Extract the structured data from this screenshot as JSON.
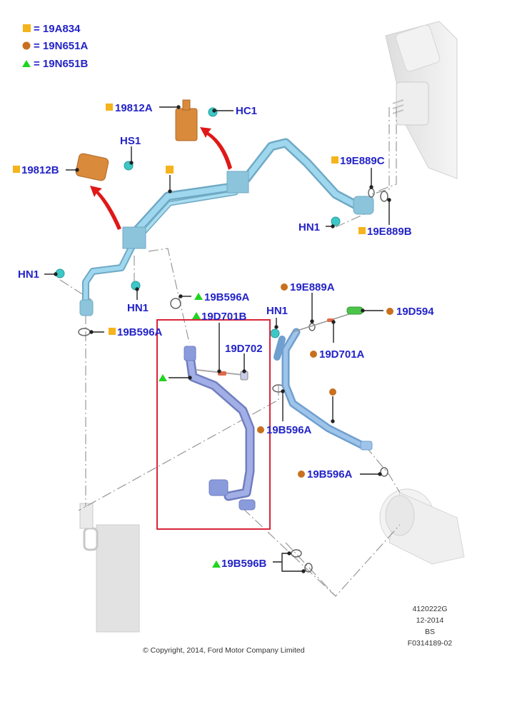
{
  "colors": {
    "label_text": "#2323c8",
    "square_marker": "#f5b31c",
    "circle_marker": "#c8701e",
    "triangle_marker": "#22d322",
    "pipe_upper": "#8ccde6",
    "pipe_lower": "#8a9bdc",
    "highlight_box": "#d9263a",
    "bracket": "#d98a3a",
    "clip": "#3cc8c8",
    "arrow": "#e01818"
  },
  "legend": [
    {
      "marker": "square",
      "text": "= 19A834"
    },
    {
      "marker": "circle",
      "text": "= 19N651A"
    },
    {
      "marker": "triangle",
      "text": "= 19N651B"
    }
  ],
  "callouts": {
    "c19812A": "19812A",
    "cHC1": "HC1",
    "cHS1": "HS1",
    "c19812B": "19812B",
    "c19E889C": "19E889C",
    "cHN1_right": "HN1",
    "c19E889B": "19E889B",
    "cHN1_left": "HN1",
    "cHN1_mid": "HN1",
    "c19B596A_top": "19B596A",
    "c19D701B": "19D701B",
    "c19B596A_left": "19B596A",
    "c19D702": "19D702",
    "c19E889A": "19E889A",
    "cHN1_center": "HN1",
    "c19D594": "19D594",
    "c19D701A": "19D701A",
    "c19B596A_center": "19B596A",
    "c19B596A_right": "19B596A",
    "c19B596B": "19B596B"
  },
  "footer": {
    "copyright": "© Copyright, 2014, Ford Motor Company Limited",
    "ref_lines": [
      "4120222G",
      "12-2014",
      "BS",
      "F0314189-02"
    ]
  }
}
